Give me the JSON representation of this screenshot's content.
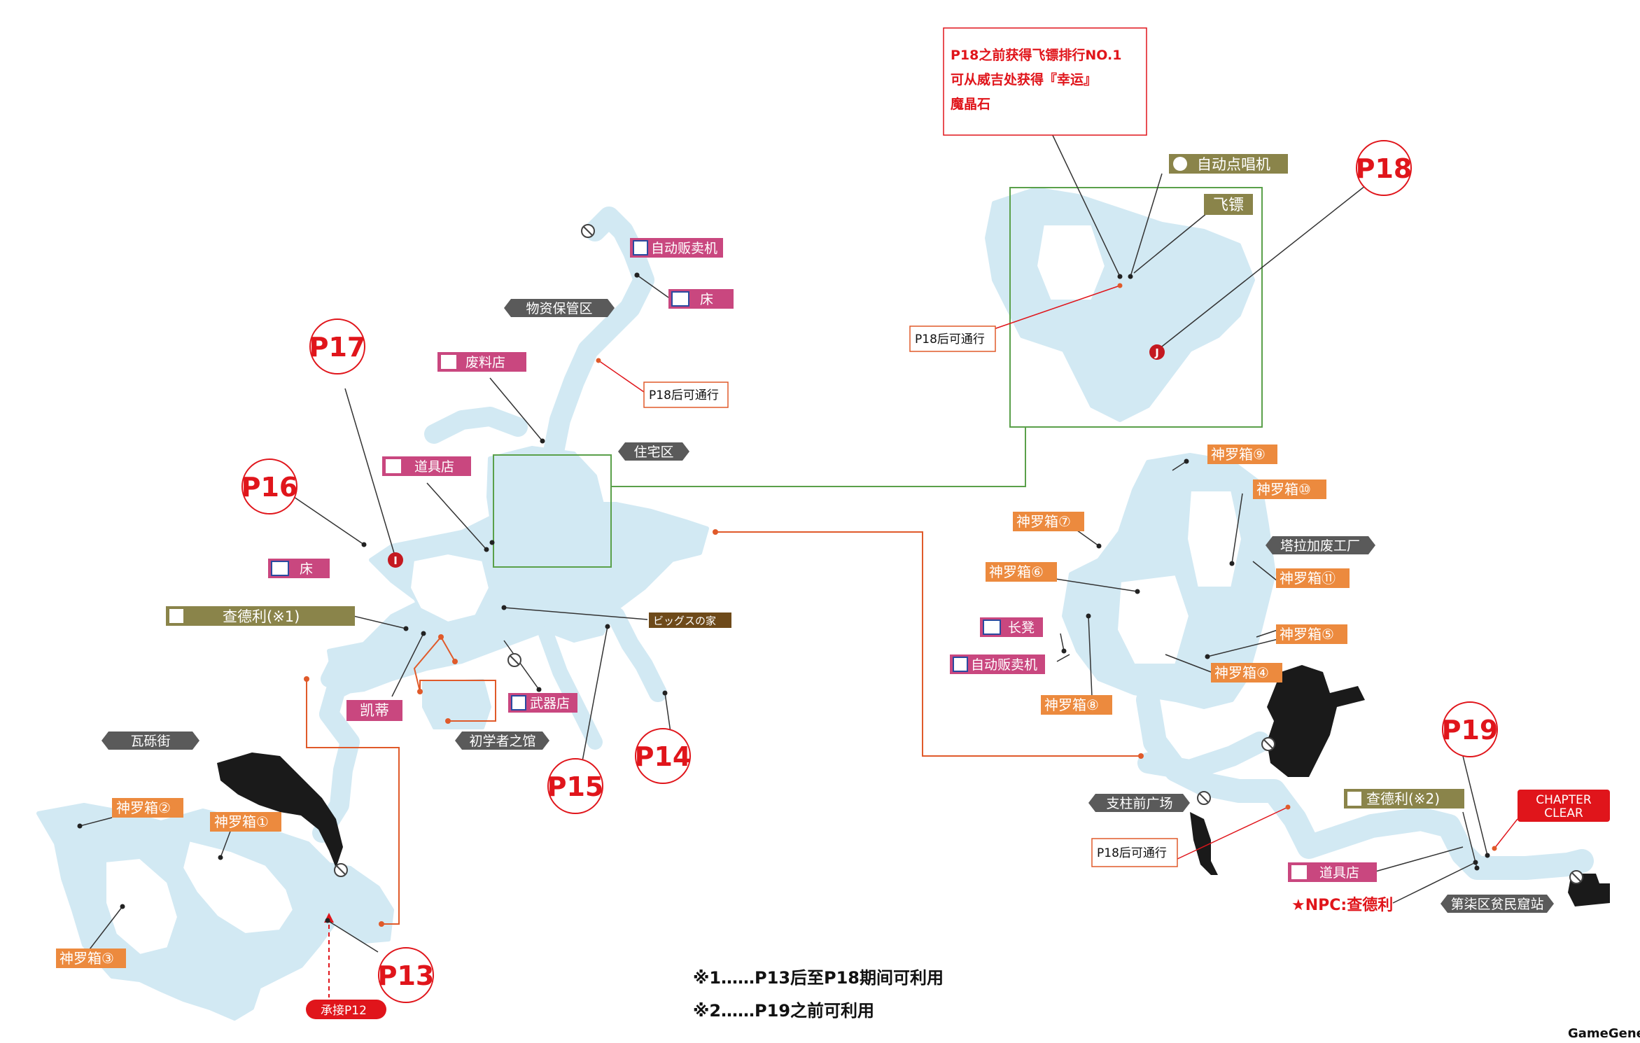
{
  "markers": [
    {
      "id": "p13",
      "text": "P13"
    },
    {
      "id": "p14",
      "text": "P14"
    },
    {
      "id": "p15",
      "text": "P15"
    },
    {
      "id": "p16",
      "text": "P16"
    },
    {
      "id": "p17",
      "text": "P17"
    },
    {
      "id": "p18",
      "text": "P18"
    },
    {
      "id": "p19",
      "text": "P19"
    }
  ],
  "areas": {
    "warehouse": "物资保管区",
    "residential": "住宅区",
    "rubble_street": "瓦砾街",
    "beginners_hall": "初学者之馆",
    "tarla_factory": "塔拉加废工厂",
    "pillar_plaza": "支柱前广场",
    "slum_station": "第柒区贫民窟站"
  },
  "facilities": {
    "vending_top": "自动贩卖机",
    "bed_top": "床",
    "junk_shop": "废料店",
    "item_shop_left": "道具店",
    "bed_left": "床",
    "chadley1": "查德利(※1)",
    "kyrie": "凯蒂",
    "weapon_shop": "武器店",
    "biggs_house": "ビッグスの家",
    "jukebox": "自动点唱机",
    "darts": "飞镖",
    "bench": "长凳",
    "vending_right": "自动贩卖机",
    "chadley2": "查德利(※2)",
    "item_shop_right": "道具店",
    "npc_chadley": "★NPC:查德利"
  },
  "chests": {
    "c1": "神罗箱①",
    "c2": "神罗箱②",
    "c3": "神罗箱③",
    "c4": "神罗箱④",
    "c5": "神罗箱⑤",
    "c6": "神罗箱⑥",
    "c7": "神罗箱⑦",
    "c8": "神罗箱⑧",
    "c9": "神罗箱⑨",
    "c10": "神罗箱⑩",
    "c11": "神罗箱⑪"
  },
  "notes": {
    "p18_pass_top": "P18后可通行",
    "p18_pass_inset": "P18后可通行",
    "p18_pass_bottom": "P18后可通行",
    "from_p12": "承接P12",
    "chapter_clear_1": "CHAPTER",
    "chapter_clear_2": "CLEAR",
    "darts_line1": "P18之前获得飞镖排行NO.1",
    "darts_line2": "可从威吉处获得『幸运』",
    "darts_line3": "魔晶石",
    "footnote1": "※1……P13后至P18期间可利用",
    "footnote2": "※2……P19之前可利用",
    "credit": "GameGene"
  },
  "icons": {
    "marker_i": "I",
    "marker_j": "J"
  },
  "colors": {
    "map_fill": "#d2e9f3",
    "marker_red": "#e0151b",
    "shop_pink": "#c9477f",
    "chest_orange": "#ec8a3e",
    "area_gray": "#5a5a5a",
    "npc_olive": "#8a844a",
    "inset_green": "#5aa04a",
    "route_orange": "#e05a2a"
  }
}
